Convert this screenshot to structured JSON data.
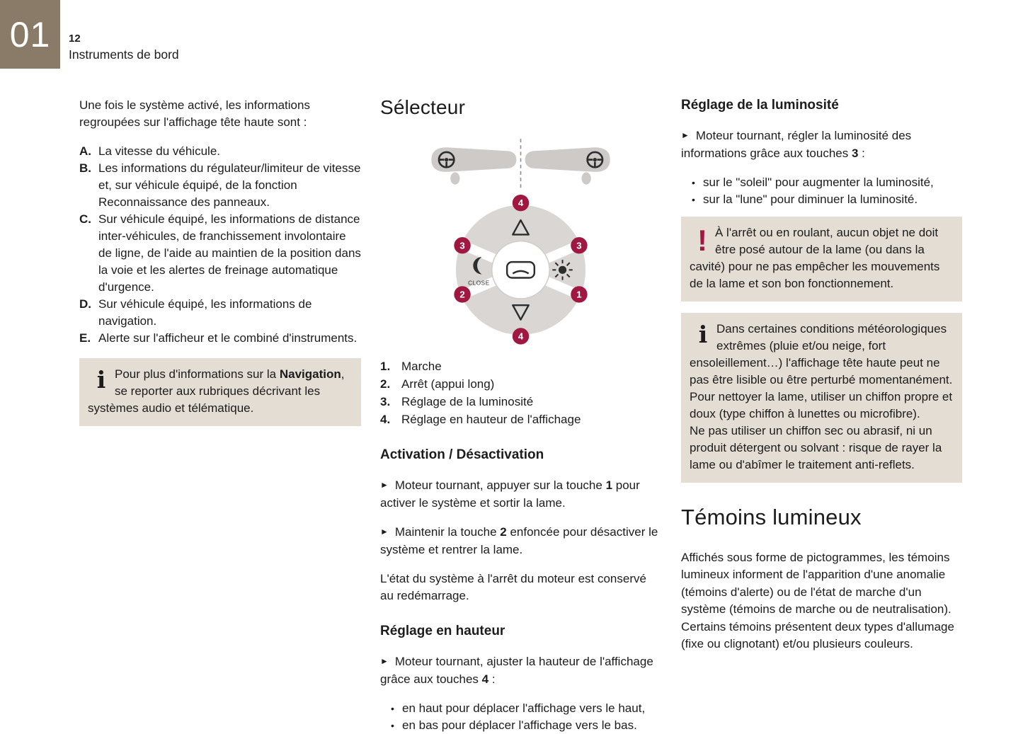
{
  "page": {
    "chapter": "01",
    "page_number": "12",
    "section_title": "Instruments de bord"
  },
  "icons": {
    "arrow_bullet": "►",
    "dot_bullet": "•",
    "info": "i",
    "warning": "!"
  },
  "colors": {
    "accent": "#a01842",
    "chapter_bg": "#8a7b68",
    "box_bg": "#e4ddd3"
  },
  "left_column": {
    "intro": "Une fois le système activé, les informations regroupées sur l'affichage tête haute sont :",
    "items": [
      {
        "label": "A.",
        "text": "La vitesse du véhicule."
      },
      {
        "label": "B.",
        "text": "Les informations du régulateur/limiteur de vitesse et, sur véhicule équipé, de la fonction Reconnaissance des panneaux."
      },
      {
        "label": "C.",
        "text": "Sur véhicule équipé, les informations de distance inter-véhicules, de franchissement involontaire de ligne, de l'aide au maintien de la position dans la voie et les alertes de freinage automatique d'urgence."
      },
      {
        "label": "D.",
        "text": "Sur véhicule équipé, les informations de navigation."
      },
      {
        "label": "E.",
        "text": "Alerte sur l'afficheur et le combiné d'instruments."
      }
    ],
    "info_box": {
      "pre": "Pour plus d'informations sur la ",
      "bold": "Navigation",
      "post": ", se reporter aux rubriques décrivant les systèmes audio et télématique."
    }
  },
  "middle_column": {
    "heading": "Sélecteur",
    "diagram": {
      "badges": [
        "4",
        "3",
        "3",
        "2",
        "1",
        "4"
      ],
      "close_label": "CLOSE"
    },
    "legend": [
      {
        "num": "1.",
        "text": "Marche"
      },
      {
        "num": "2.",
        "text": "Arrêt (appui long)"
      },
      {
        "num": "3.",
        "text": "Réglage de la luminosité"
      },
      {
        "num": "4.",
        "text": "Réglage en hauteur de l'affichage"
      }
    ],
    "activation": {
      "heading": "Activation / Désactivation",
      "p1": {
        "pre": "Moteur tournant, appuyer sur la touche ",
        "bold": "1",
        "post": " pour activer le système et sortir la lame."
      },
      "p2": {
        "pre": "Maintenir la touche ",
        "bold": "2",
        "post": " enfoncée pour désactiver le système et rentrer la lame."
      },
      "p3": "L'état du système à l'arrêt du moteur est conservé au redémarrage."
    },
    "hauteur": {
      "heading": "Réglage en hauteur",
      "p1": {
        "pre": "Moteur tournant, ajuster la hauteur de l'affichage grâce aux touches ",
        "bold": "4",
        "post": " :"
      },
      "bullets": [
        "en haut pour déplacer l'affichage vers le haut,",
        "en bas pour déplacer l'affichage vers le bas."
      ]
    }
  },
  "right_column": {
    "luminosite": {
      "heading": "Réglage de la luminosité",
      "p1": {
        "pre": "Moteur tournant, régler la luminosité des informations grâce aux touches ",
        "bold": "3",
        "post": " :"
      },
      "bullets": [
        "sur le \"soleil\" pour augmenter la luminosité,",
        "sur la \"lune\" pour diminuer la luminosité."
      ]
    },
    "warning_box": {
      "text": "À l'arrêt ou en roulant, aucun objet ne doit être posé autour de la lame (ou dans la cavité) pour ne pas empêcher les mouvements de la lame et son bon fonctionnement."
    },
    "info_box": {
      "p1": "Dans certaines conditions météorologiques extrêmes (pluie et/ou neige, fort ensoleillement…) l'affichage tête haute peut ne pas être lisible ou être perturbé momentanément.",
      "p2": "Pour nettoyer la lame, utiliser un chiffon propre et doux (type chiffon à lunettes ou microfibre).",
      "p3": "Ne pas utiliser un chiffon sec ou abrasif, ni un produit détergent ou solvant : risque de rayer la lame ou d'abîmer le traitement anti-reflets."
    },
    "temoins": {
      "heading": "Témoins lumineux",
      "body": "Affichés sous forme de pictogrammes, les témoins lumineux informent de l'apparition d'une anomalie (témoins d'alerte) ou de l'état de marche d'un système (témoins de marche ou de neutralisation). Certains témoins présentent deux types d'allumage (fixe ou clignotant) et/ou plusieurs couleurs."
    }
  }
}
